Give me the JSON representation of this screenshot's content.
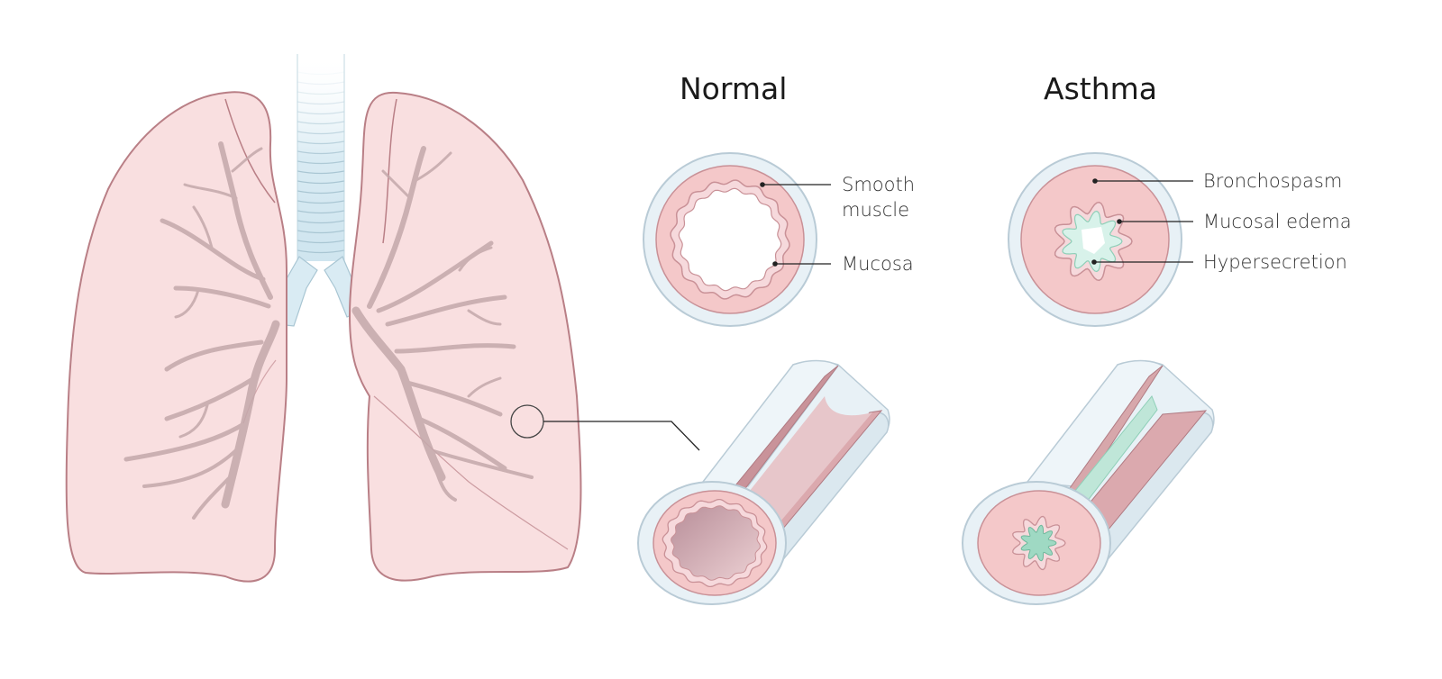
{
  "headings": {
    "normal": "Normal",
    "asthma": "Asthma"
  },
  "normal_labels": {
    "smooth_line1": "Smooth",
    "smooth_line2": "muscle",
    "mucosa": "Mucosa"
  },
  "asthma_labels": {
    "bronchospasm": "Bronchospasm",
    "edema": "Mucosal edema",
    "hypersecretion": "Hypersecretion"
  },
  "colors": {
    "lung_fill": "#f9dfe0",
    "lung_stroke": "#b97f86",
    "airway_outer": "#e8f1f6",
    "airway_outer_stroke": "#b9cbd6",
    "muscle": "#f4c8c9",
    "muscle_stroke": "#c99197",
    "mucus": "#d8f2ea",
    "mucus_dark": "#8fcfb8",
    "trachea": "#d9ebf3"
  }
}
